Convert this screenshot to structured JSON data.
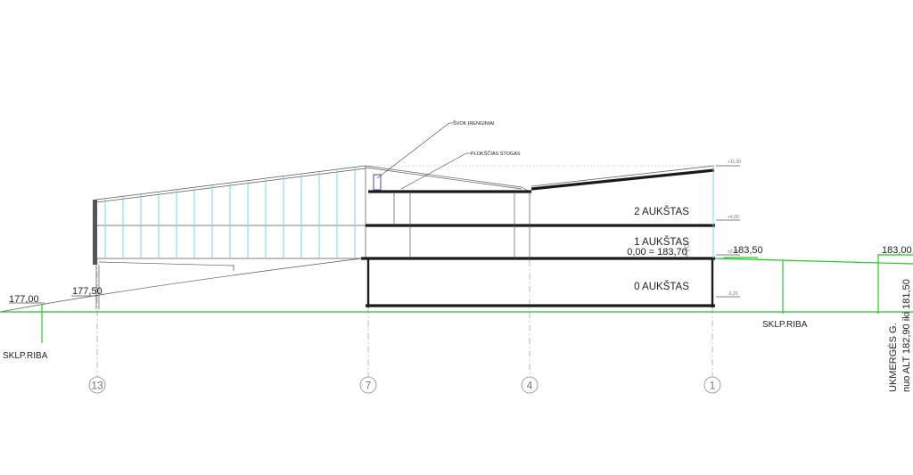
{
  "levels": {
    "floor2": "2 AUKŠTAS",
    "floor1": "1 AUKŠTAS",
    "floor1_zero": "0,00 = 183,70",
    "floor0": "0 AUKŠTAS"
  },
  "annotations": {
    "equipment": "ŠVOK ĮRENGINIAI",
    "flat_roof": "PLOKŠČIAS STOGAS"
  },
  "elevations": {
    "left_ground": "177,00",
    "left_mid": "177,50",
    "center_right": "183,50",
    "far_right": "183,00"
  },
  "level_marks": {
    "top": "+11,00",
    "second": "+4,00",
    "zero": "±0,00",
    "basement": "-3,20"
  },
  "boundaries": {
    "left": "SKLP.RIBA",
    "right": "SKLP.RIBA"
  },
  "street": {
    "name": "UKMERGĖS G.",
    "altitude": "nuo ALT 182,90 iki 181,50"
  },
  "axes": [
    {
      "label": "13"
    },
    {
      "label": "7"
    },
    {
      "label": "4"
    },
    {
      "label": "1"
    }
  ],
  "colors": {
    "ground_line": "#22cc22",
    "glazing": "#6fd0e0",
    "structure": "#1a1a1a",
    "equipment_box": "#3333aa"
  }
}
